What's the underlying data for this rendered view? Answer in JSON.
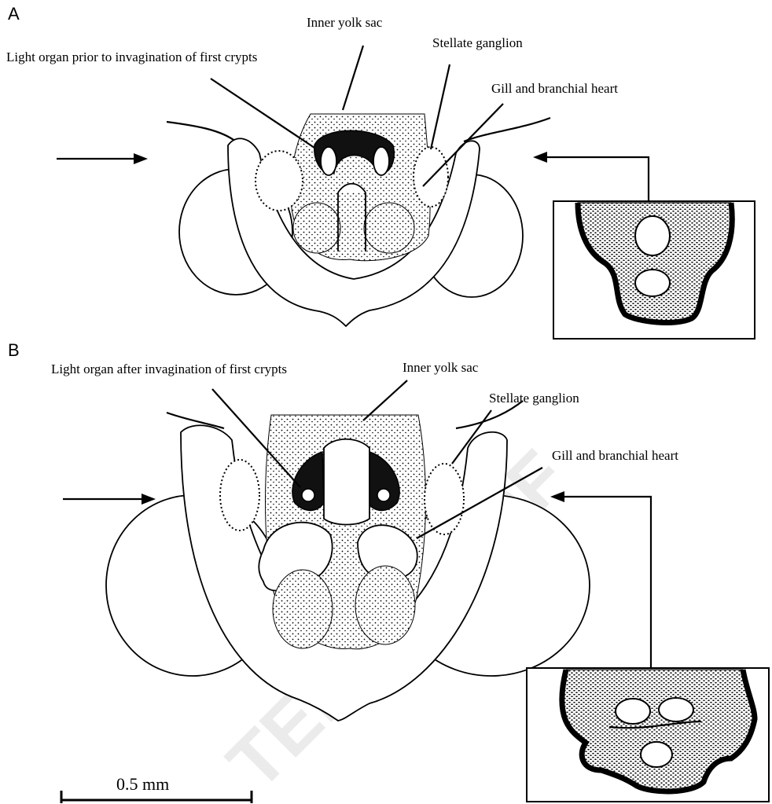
{
  "figure": {
    "panel_a": {
      "letter": "A",
      "labels": {
        "inner_yolk_sac": "Inner yolk sac",
        "stellate_ganglion": "Stellate ganglion",
        "light_organ": "Light organ prior to invagination of first crypts",
        "gill_heart": "Gill and branchial heart"
      }
    },
    "panel_b": {
      "letter": "B",
      "labels": {
        "inner_yolk_sac": "Inner yolk sac",
        "stellate_ganglion": "Stellate ganglion",
        "light_organ": "Light organ after invagination of first crypts",
        "gill_heart": "Gill and branchial heart"
      }
    },
    "scale_bar": "0.5 mm",
    "watermark": "TED PROOF"
  }
}
